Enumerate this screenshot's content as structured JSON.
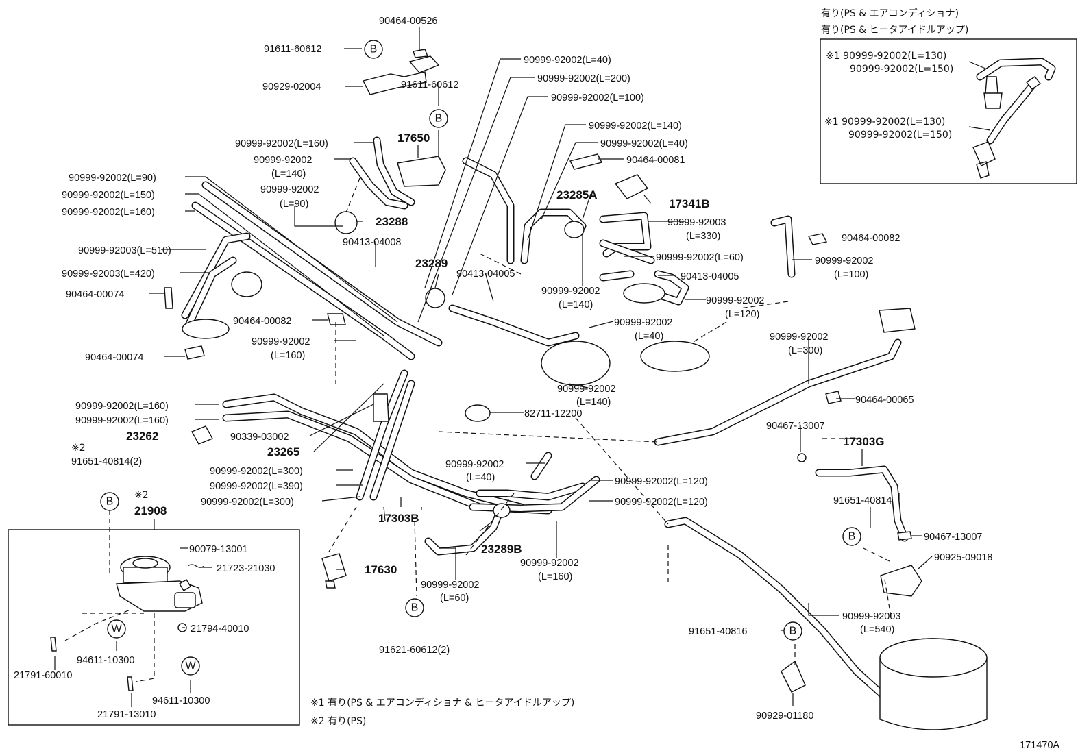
{
  "labels": [
    {
      "id": "l1",
      "text": "90464-00526"
    },
    {
      "id": "l2",
      "text": "91611-60612"
    },
    {
      "id": "l3",
      "text": "90929-02004"
    },
    {
      "id": "l4",
      "text": "91611-60612"
    },
    {
      "id": "l5",
      "text": "90999-92002(L=40)"
    },
    {
      "id": "l6",
      "text": "90999-92002(L=200)"
    },
    {
      "id": "l7",
      "text": "90999-92002(L=100)"
    },
    {
      "id": "l8",
      "text": "90999-92002(L=140)"
    },
    {
      "id": "l9",
      "text": "90999-92002(L=40)"
    },
    {
      "id": "l10",
      "text": "90464-00081"
    },
    {
      "id": "l11",
      "text": "90999-92002(L=160)"
    },
    {
      "id": "l12",
      "text": "90999-92002"
    },
    {
      "id": "l12b",
      "text": "(L=140)"
    },
    {
      "id": "l13",
      "text": "90999-92002(L=90)"
    },
    {
      "id": "l14",
      "text": "90999-92002(L=150)"
    },
    {
      "id": "l15",
      "text": "90999-92002(L=160)"
    },
    {
      "id": "l16",
      "text": "90999-92002"
    },
    {
      "id": "l16b",
      "text": "(L=90)"
    },
    {
      "id": "l17",
      "text": "90999-92003"
    },
    {
      "id": "l17b",
      "text": "(L=330)"
    },
    {
      "id": "l18",
      "text": "90464-00082"
    },
    {
      "id": "l19",
      "text": "90413-04008"
    },
    {
      "id": "l20",
      "text": "90999-92003(L=510)"
    },
    {
      "id": "l21",
      "text": "90999-92003(L=420)"
    },
    {
      "id": "l22",
      "text": "90999-92002(L=60)"
    },
    {
      "id": "l23",
      "text": "90999-92002"
    },
    {
      "id": "l23b",
      "text": "(L=100)"
    },
    {
      "id": "l24",
      "text": "90413-04005"
    },
    {
      "id": "l25",
      "text": "90413-04005"
    },
    {
      "id": "l26",
      "text": "90464-00074"
    },
    {
      "id": "l27",
      "text": "90999-92002"
    },
    {
      "id": "l27b",
      "text": "(L=140)"
    },
    {
      "id": "l28",
      "text": "90999-92002"
    },
    {
      "id": "l28b",
      "text": "(L=120)"
    },
    {
      "id": "l29",
      "text": "90464-00082"
    },
    {
      "id": "l30",
      "text": "90999-92002"
    },
    {
      "id": "l30b",
      "text": "(L=40)"
    },
    {
      "id": "l31",
      "text": "90999-92002"
    },
    {
      "id": "l31b",
      "text": "(L=160)"
    },
    {
      "id": "l32",
      "text": "90999-92002"
    },
    {
      "id": "l32b",
      "text": "(L=300)"
    },
    {
      "id": "l33",
      "text": "90464-00074"
    },
    {
      "id": "l34",
      "text": "90999-92002"
    },
    {
      "id": "l34b",
      "text": "(L=140)"
    },
    {
      "id": "l35",
      "text": "90464-00065"
    },
    {
      "id": "l36",
      "text": "90999-92002(L=160)"
    },
    {
      "id": "l37",
      "text": "90999-92002(L=160)"
    },
    {
      "id": "l38",
      "text": "82711-12200"
    },
    {
      "id": "l39",
      "text": "90339-03002"
    },
    {
      "id": "l40",
      "text": "90467-13007"
    },
    {
      "id": "l41",
      "text": "91651-40814(2)"
    },
    {
      "id": "l42",
      "text": "90999-92002"
    },
    {
      "id": "l42b",
      "text": "(L=40)"
    },
    {
      "id": "l43",
      "text": "90999-92002(L=300)"
    },
    {
      "id": "l44",
      "text": "90999-92002(L=390)"
    },
    {
      "id": "l45",
      "text": "90999-92002(L=120)"
    },
    {
      "id": "l46",
      "text": "90999-92002(L=300)"
    },
    {
      "id": "l47",
      "text": "90999-92002(L=120)"
    },
    {
      "id": "l48",
      "text": "91651-40814"
    },
    {
      "id": "l49",
      "text": "90079-13001"
    },
    {
      "id": "l50",
      "text": "90467-13007"
    },
    {
      "id": "l51",
      "text": "21723-21030"
    },
    {
      "id": "l52",
      "text": "90999-92002"
    },
    {
      "id": "l52b",
      "text": "(L=160)"
    },
    {
      "id": "l53",
      "text": "90925-09018"
    },
    {
      "id": "l54",
      "text": "90999-92002"
    },
    {
      "id": "l54b",
      "text": "(L=60)"
    },
    {
      "id": "l55",
      "text": "21794-40010"
    },
    {
      "id": "l56",
      "text": "90999-92003"
    },
    {
      "id": "l56b",
      "text": "(L=540)"
    },
    {
      "id": "l57",
      "text": "91651-40816"
    },
    {
      "id": "l58",
      "text": "94611-10300"
    },
    {
      "id": "l59",
      "text": "21791-60010"
    },
    {
      "id": "l60",
      "text": "91621-60612(2)"
    },
    {
      "id": "l61",
      "text": "94611-10300"
    },
    {
      "id": "l62",
      "text": "21791-13010"
    },
    {
      "id": "l63",
      "text": "90929-01180"
    }
  ],
  "part_numbers": [
    {
      "id": "p1",
      "text": "17650"
    },
    {
      "id": "p2",
      "text": "23285A"
    },
    {
      "id": "p3",
      "text": "17341B"
    },
    {
      "id": "p4",
      "text": "23288"
    },
    {
      "id": "p5",
      "text": "23289"
    },
    {
      "id": "p6",
      "text": "23262"
    },
    {
      "id": "p7",
      "text": "23265"
    },
    {
      "id": "p8",
      "text": "17303G"
    },
    {
      "id": "p9",
      "text": "17303B"
    },
    {
      "id": "p10",
      "text": "23289B"
    },
    {
      "id": "p11",
      "text": "17630"
    },
    {
      "id": "p12",
      "text": "21908"
    }
  ],
  "markers": {
    "b": "B",
    "w": "W"
  },
  "notes": {
    "star2a": "※2",
    "star2b": "※2",
    "inset_title_1": "有り(PS & エアコンディショナ)",
    "inset_title_2": "有り(PS & ヒータアイドルアップ)",
    "inset_a1": "※1 90999-92002(L=130)",
    "inset_a2": "90999-92002(L=150)",
    "inset_b1": "※1 90999-92002(L=130)",
    "inset_b2": "90999-92002(L=150)",
    "footnote_1": "※1 有り(PS & エアコンディショナ & ヒータアイドルアップ)",
    "footnote_2": "※2 有り(PS)",
    "figure_id": "171470A"
  }
}
